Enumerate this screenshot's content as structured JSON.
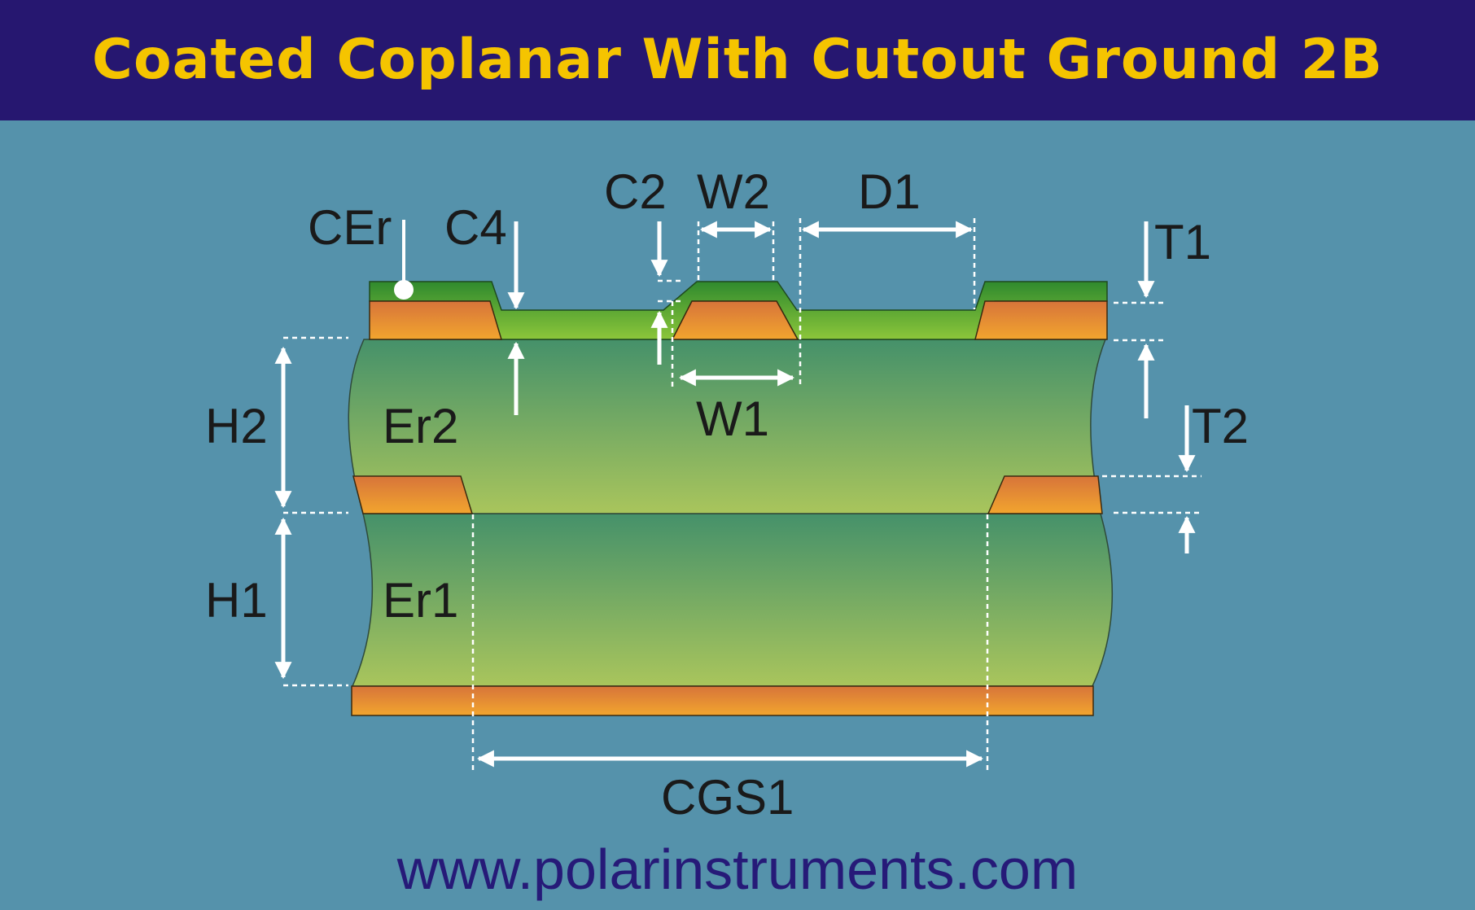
{
  "title": "Coated Coplanar With Cutout Ground 2B",
  "footer_url": "www.polarinstruments.com",
  "labels": {
    "cer": "CEr",
    "c4": "C4",
    "c2": "C2",
    "w2": "W2",
    "d1": "D1",
    "t1": "T1",
    "h2": "H2",
    "er2": "Er2",
    "w1": "W1",
    "t2": "T2",
    "h1": "H1",
    "er1": "Er1",
    "cgs1": "CGS1"
  },
  "colors": {
    "background": "#5592ab",
    "title_bar": "#261770",
    "title_text": "#f5c400",
    "footer_text": "#261a78",
    "copper": "#e8883a",
    "coating": "#3f9a2a",
    "dielectric_top": "#45916a",
    "dielectric_bottom": "#a9c55c"
  }
}
